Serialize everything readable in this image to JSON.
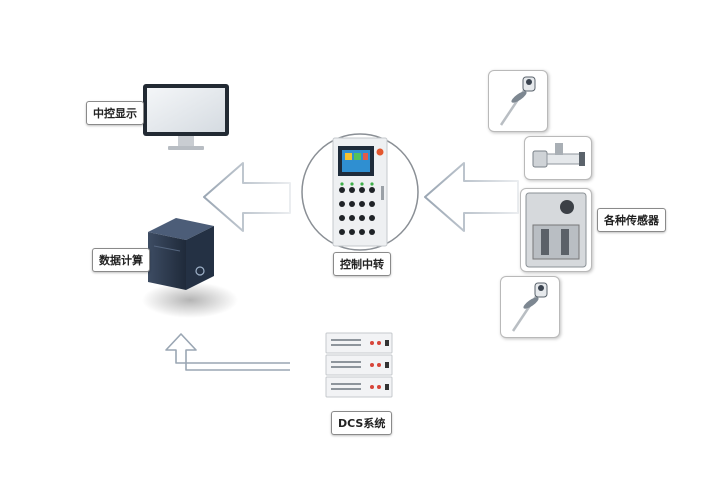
{
  "labels": {
    "display": "中控显示",
    "compute": "数据计算",
    "relay": "控制中转",
    "sensors": "各种传感器",
    "dcs": "DCS系统"
  },
  "colors": {
    "arrow_stroke": "#9aa6b3",
    "panel": "#eef0f2",
    "screen": "#2f8fd1",
    "server": "#2f3d52"
  }
}
